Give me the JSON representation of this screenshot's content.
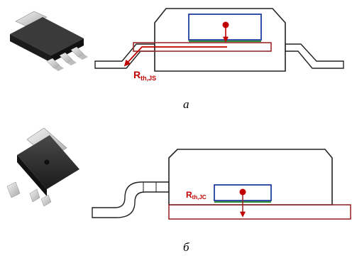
{
  "colors": {
    "outline": "#222222",
    "heat_path": "#c00000",
    "die": "#1f3f9e",
    "solder": "#2e8b3a",
    "leadframe": "#9b2a2a",
    "package_dark": "#2b2b2b",
    "lead_metal": "#d8d8d8"
  },
  "panel_a": {
    "label_main": "R",
    "label_sub": "th,JS",
    "caption": "а",
    "photo_icon": "sot223-package-photo"
  },
  "panel_b": {
    "label_main": "R",
    "label_sub": "th,JC",
    "caption": "б",
    "photo_icon": "dpak-package-photo"
  }
}
